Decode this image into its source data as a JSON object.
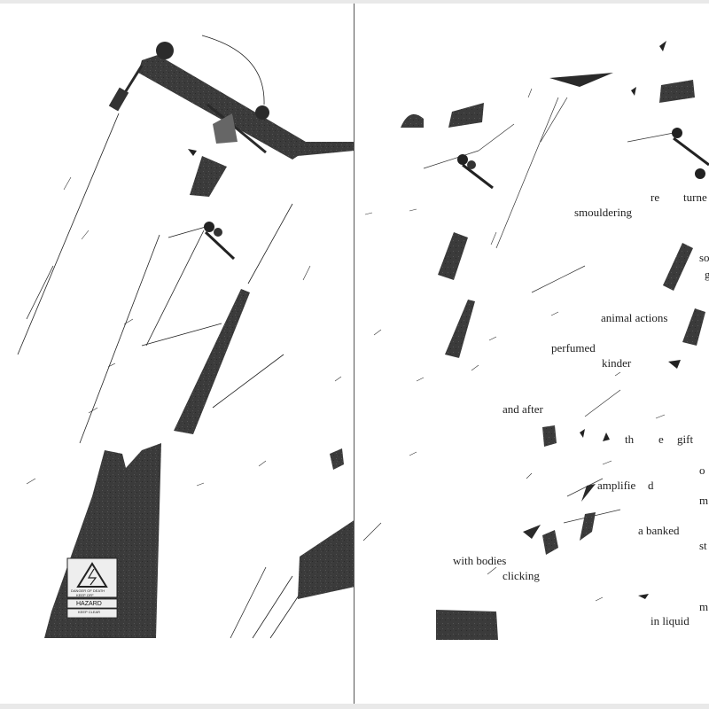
{
  "colors": {
    "background": "#ffffff",
    "ink": "#222222",
    "gutter": "#555555",
    "frame": "#e9e9e9"
  },
  "poem": {
    "words": [
      "re",
      "turne",
      "smouldering",
      "so",
      "g",
      "animal actions",
      "perfumed",
      "kinder",
      "and after",
      "th",
      "e",
      "gift",
      "o",
      "amplifie",
      "d",
      "m",
      "a banked",
      "st",
      "with bodies",
      "clicking",
      "m",
      "in liquid"
    ]
  },
  "left_page_illustration": {
    "subject": "power-pole",
    "sign_text": [
      "DANGER OF DEATH",
      "KEEP OFF",
      "HAZARD",
      "KEEP CLEAR"
    ]
  }
}
